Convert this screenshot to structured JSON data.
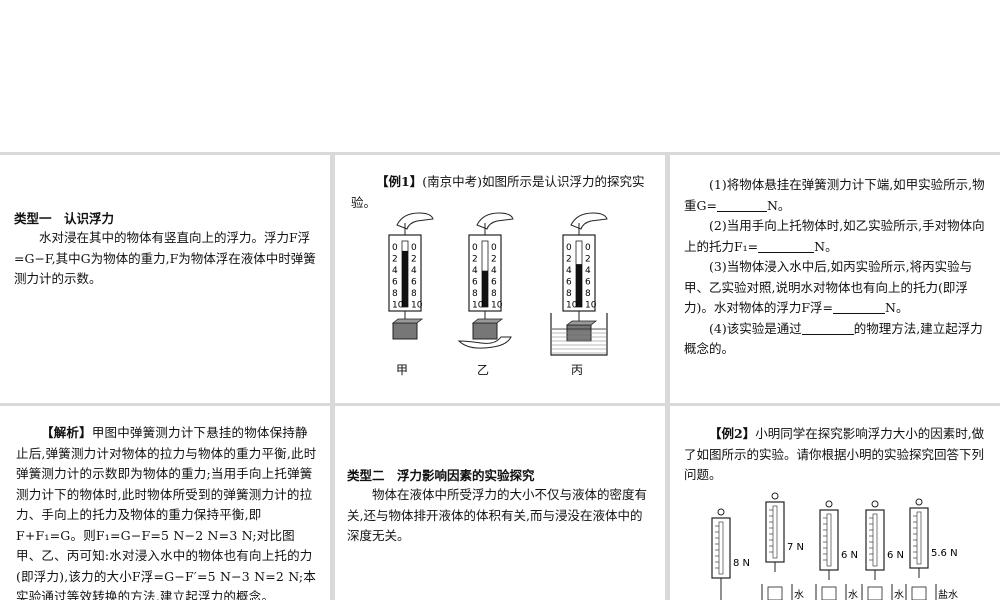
{
  "card1": {
    "heading": "类型一　认识浮力",
    "body": "水对浸在其中的物体有竖直向上的浮力。浮力F浮=G−F,其中G为物体的重力,F为物体浮在液体中时弹簧测力计的示数。"
  },
  "card2": {
    "tag": "【例1】",
    "text": "(南京中考)如图所示是认识浮力的探究实验。",
    "scale_marks": [
      "0",
      "2",
      "4",
      "6",
      "8",
      "10"
    ],
    "labels": [
      "甲",
      "乙",
      "丙"
    ]
  },
  "card3": {
    "q1": "(1)将物体悬挂在弹簧测力计下端,如甲实验所示,物重G=",
    "q1_end": "N。",
    "q2": "(2)当用手向上托物体时,如乙实验所示,手对物体向上的托力F₁=",
    "q2_end": "N。",
    "q3": "(3)当物体浸入水中后,如丙实验所示,将丙实验与甲、乙实验对照,说明水对物体也有向上的托力(即浮力)。水对物体的浮力F浮=",
    "q3_end": "N。",
    "q4": "(4)该实验是通过",
    "q4_end": "的物理方法,建立起浮力概念的。"
  },
  "card4": {
    "tag": "【解析】",
    "body": "甲图中弹簧测力计下悬挂的物体保持静止后,弹簧测力计对物体的拉力与物体的重力平衡,此时弹簧测力计的示数即为物体的重力;当用手向上托弹簧测力计下的物体时,此时物体所受到的弹簧测力计的拉力、手向上的托力及物体的重力保持平衡,即F+F₁=G。则F₁=G−F=5 N−2 N=3 N;对比图甲、乙、丙可知:水对浸入水中的物体也有向上托的力(即浮力),该力的大小F浮=G−F′=5 N−3 N=2 N;本实验通过等效转换的方法,建立起浮力的概念。"
  },
  "card5": {
    "heading": "类型二　浮力影响因素的实验探究",
    "body": "物体在液体中所受浮力的大小不仅与液体的密度有关,还与物体排开液体的体积有关,而与浸没在液体中的深度无关。"
  },
  "card6": {
    "tag": "【例2】",
    "text": "小明同学在探究影响浮力大小的因素时,做了如图所示的实验。请你根据小明的实验探究回答下列问题。",
    "readings": [
      "8 N",
      "7 N",
      "6 N",
      "6 N",
      "5.6 N"
    ],
    "liquid_labels": [
      "水",
      "水",
      "水",
      "盐水"
    ]
  }
}
